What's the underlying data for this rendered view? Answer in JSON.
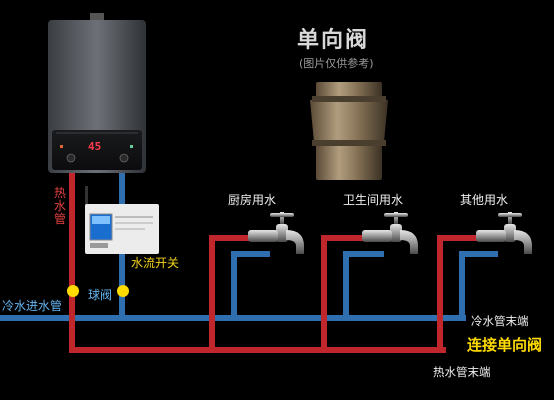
{
  "title": "单向阀",
  "subtitle": "(图片仅供参考)",
  "labels": {
    "heater_pipe": "热水管",
    "flow_switch": "水流开关",
    "ball_valve": "球阀",
    "cold_inlet": "冷水进水管",
    "cold_end": "冷水管末端",
    "connect_valve": "连接单向阀",
    "hot_end": "热水管末端"
  },
  "taps": [
    {
      "label": "厨房用水"
    },
    {
      "label": "卫生间用水"
    },
    {
      "label": "其他用水"
    }
  ],
  "heater": {
    "display_value": "45"
  },
  "colors": {
    "hot_pipe": "#c0272d",
    "cold_pipe": "#2f6fb0",
    "highlight": "#ffdb00",
    "background": "#000000"
  }
}
